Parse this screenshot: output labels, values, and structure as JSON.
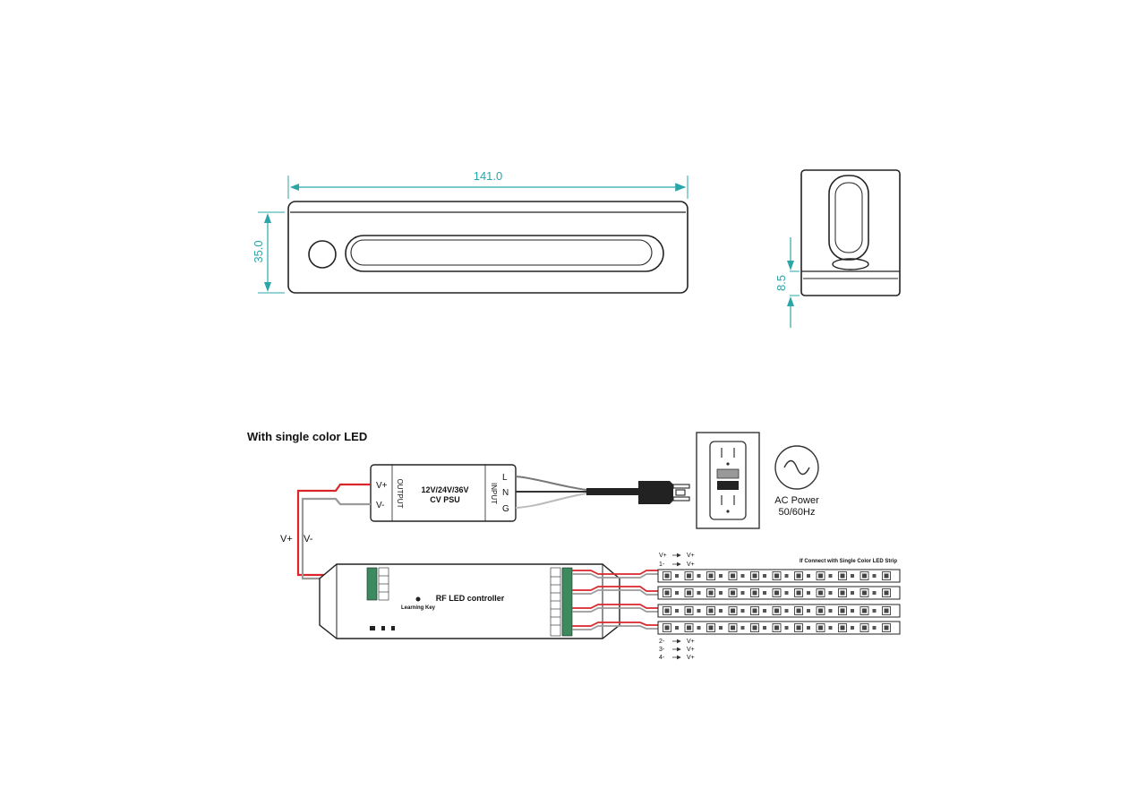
{
  "dimensions": {
    "length": "141.0",
    "height": "35.0",
    "depth": "8.5"
  },
  "section_title": "With single color LED",
  "psu": {
    "line1": "12V/24V/36V",
    "line2": "CV PSU",
    "output_label": "OUTPUT",
    "input_label": "INPUT",
    "out_pos": "V+",
    "out_neg": "V-",
    "in_l": "L",
    "in_n": "N",
    "in_g": "G"
  },
  "wire_labels": {
    "pos": "V+",
    "neg": "V-"
  },
  "ac": {
    "line1": "AC Power",
    "line2": "50/60Hz"
  },
  "controller": {
    "title": "RF LED controller",
    "learning_key": "Learning Key"
  },
  "strip": {
    "note": "If Connect with Single Color LED Strip",
    "top_map": [
      {
        "from": "V+",
        "to": "V+"
      },
      {
        "from": "1-",
        "to": "V+"
      }
    ],
    "bottom_map": [
      {
        "from": "2-",
        "to": "V+"
      },
      {
        "from": "3-",
        "to": "V+"
      },
      {
        "from": "4-",
        "to": "V+"
      }
    ]
  },
  "colors": {
    "dimension": "#2aa6a8",
    "positive_wire": "#d9262c",
    "negative_wire": "#9a9a9a",
    "terminal": "#3c8a5e"
  }
}
